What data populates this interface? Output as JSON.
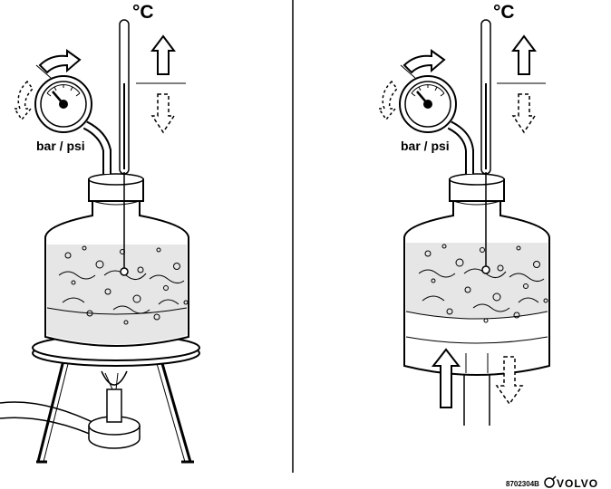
{
  "diagram": {
    "panels": [
      {
        "temp_unit": "°C",
        "gauge_unit": "bar / psi"
      },
      {
        "temp_unit": "°C",
        "gauge_unit": "bar / psi"
      }
    ],
    "footer": {
      "code": "8702304B",
      "brand": "VOLVO"
    },
    "colors": {
      "ink": "#000000",
      "liquid": "#e6e6e6",
      "paper": "#ffffff"
    }
  }
}
